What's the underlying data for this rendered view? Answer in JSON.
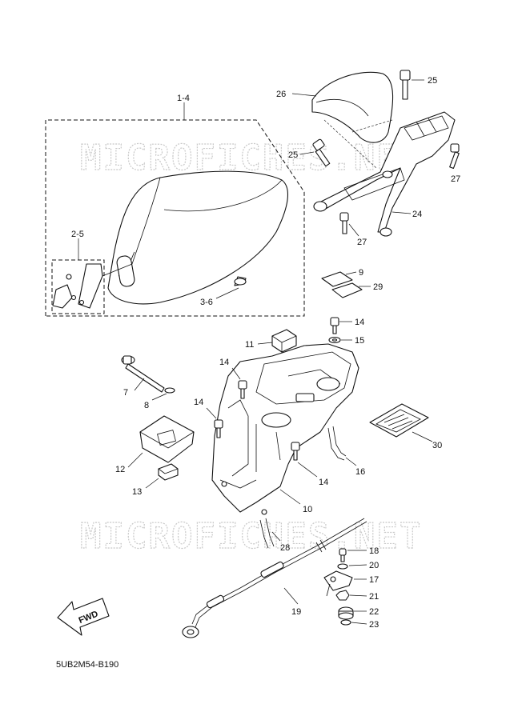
{
  "watermark": "MICROFICHES.NET",
  "diagram_code": "5UB2M54-B190",
  "fwd_label": "FWD",
  "callouts": {
    "c1_4": "1-4",
    "c2_5": "2-5",
    "c3_6": "3-6",
    "c7": "7",
    "c8": "8",
    "c9": "9",
    "c10": "10",
    "c11": "11",
    "c12": "12",
    "c13": "13",
    "c14a": "14",
    "c14b": "14",
    "c14c": "14",
    "c14d": "14",
    "c15": "15",
    "c16": "16",
    "c17": "17",
    "c18": "18",
    "c19": "19",
    "c20": "20",
    "c21": "21",
    "c22": "22",
    "c23": "23",
    "c24": "24",
    "c25a": "25",
    "c25b": "25",
    "c26": "26",
    "c27a": "27",
    "c27b": "27",
    "c28": "28",
    "c29": "29",
    "c30": "30"
  }
}
